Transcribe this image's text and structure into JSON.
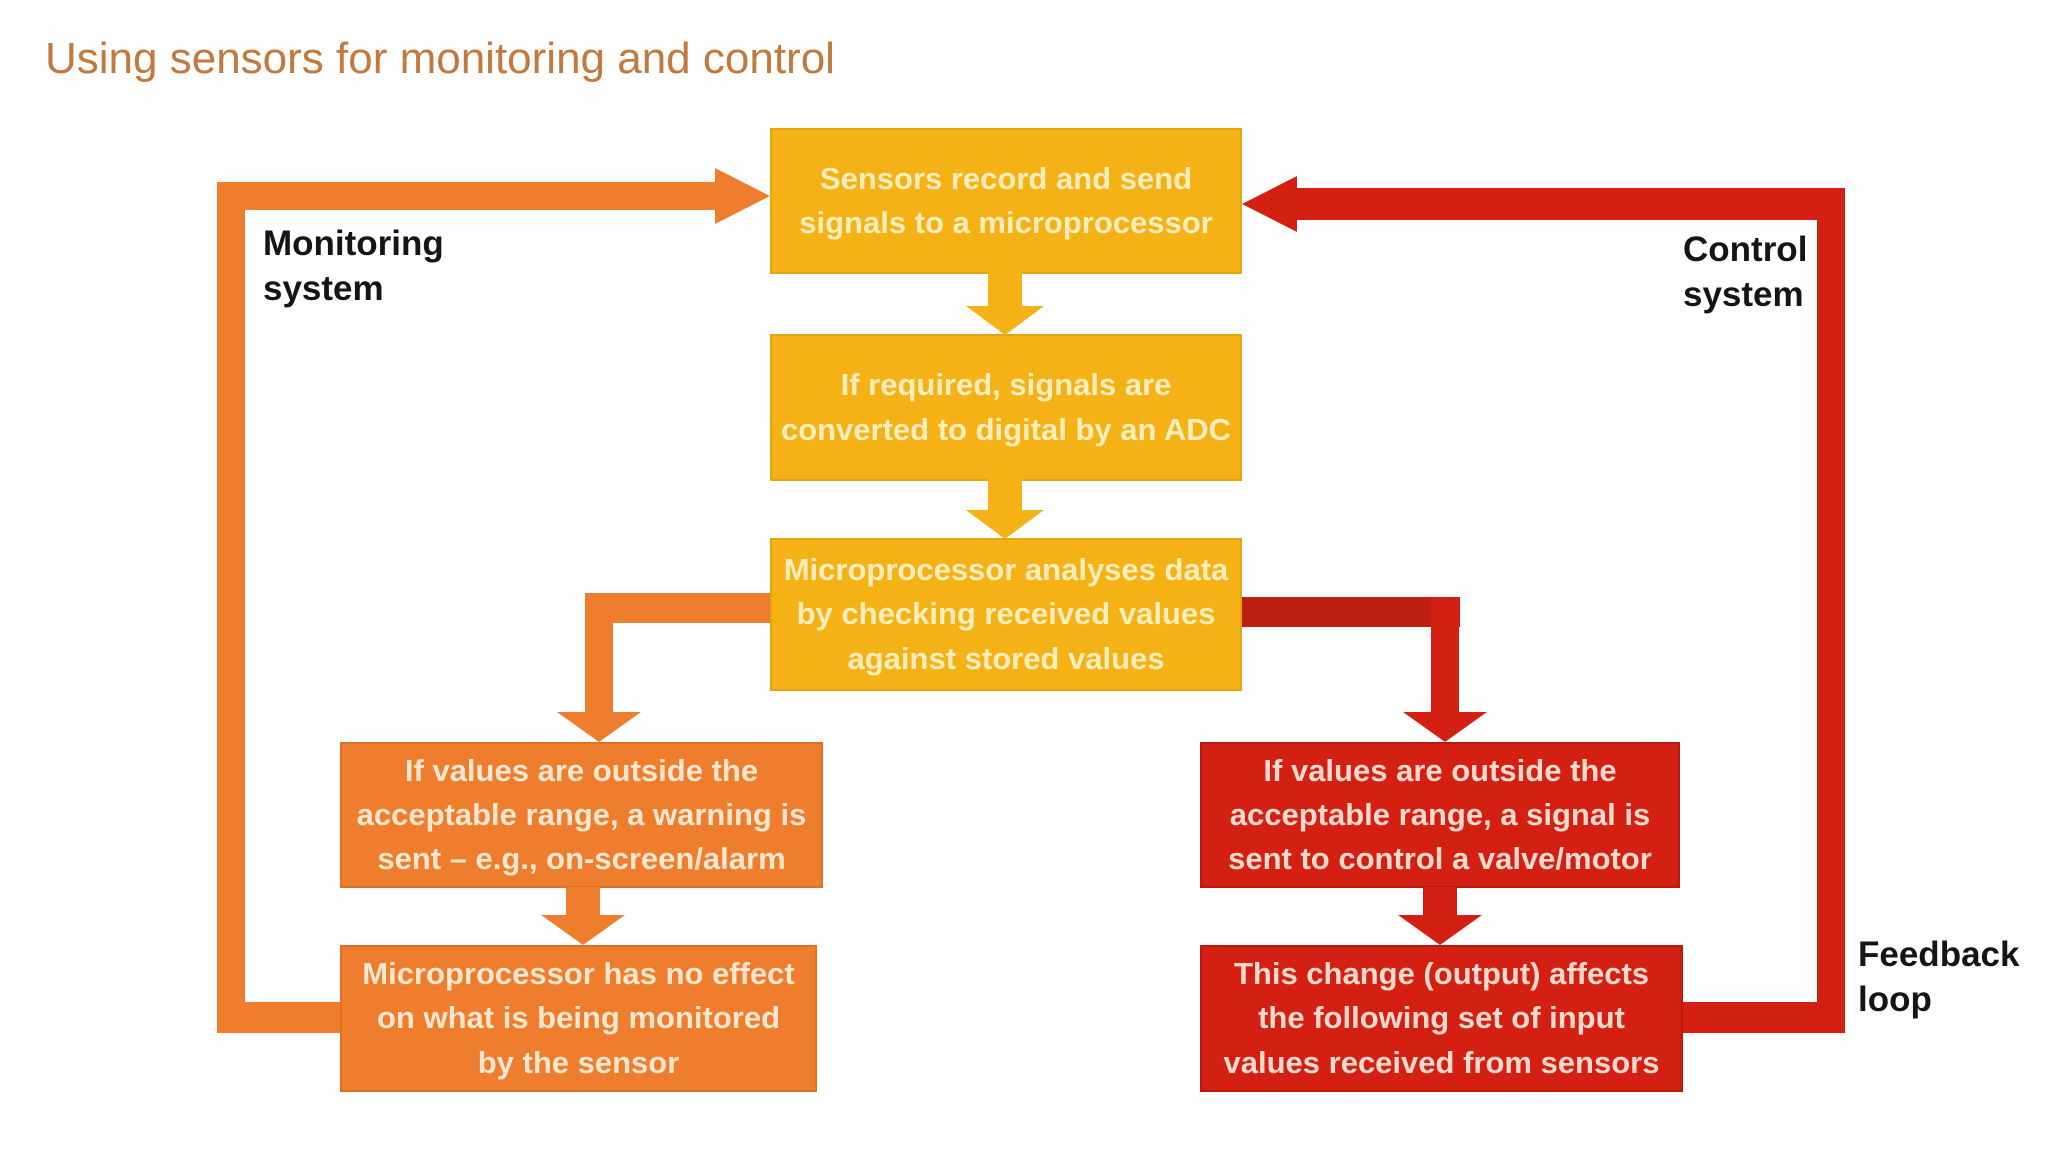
{
  "title": "Using sensors for monitoring and control",
  "colors": {
    "gold": "#F5B216",
    "orange": "#EE7D2D",
    "red": "#D42012",
    "red_dark": "#BB2012",
    "title": "#C1793D",
    "label": "#151515"
  },
  "pipeline": {
    "sensors": "Sensors record and send\nsignals to a microprocessor",
    "adc": "If required, signals are\nconverted to digital by an ADC",
    "analyse": "Microprocessor analyses data\nby checking received values\nagainst stored values"
  },
  "monitoring": {
    "label": "Monitoring\nsystem",
    "warning": "If values are outside the\nacceptable range, a warning is\nsent – e.g., on-screen/alarm",
    "no_effect": "Microprocessor has no effect\non what is being monitored\nby the sensor"
  },
  "control": {
    "label": "Control\nsystem",
    "signal": "If values are outside the\nacceptable range, a signal is\nsent to control a valve/motor",
    "change": "This change (output) affects\nthe following set of input\nvalues received from sensors",
    "feedback_label": "Feedback\nloop"
  }
}
